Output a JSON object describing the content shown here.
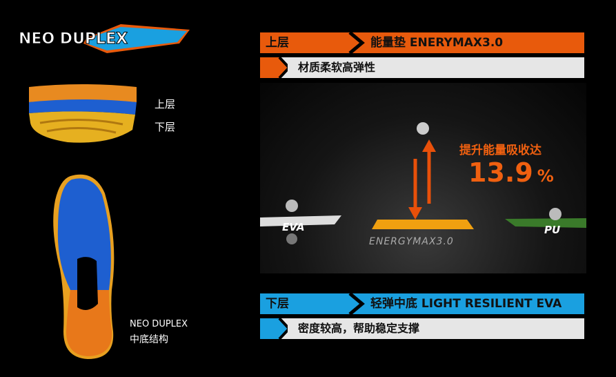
{
  "logo": {
    "text": "NEO DUPLEX"
  },
  "left": {
    "upper_label": "上层",
    "lower_label": "下层",
    "caption_line1": "NEO DUPLEX",
    "caption_line2": "中底结构"
  },
  "upper": {
    "tag": "上层",
    "title": "能量垫 ENERYMAX3.0",
    "subtitle": "材质柔软高弹性",
    "color": "#e85a0c"
  },
  "lower": {
    "tag": "下层",
    "title": "轻弹中底 LIGHT RESILIENT EVA",
    "subtitle": "密度较高，帮助稳定支撑",
    "color": "#1aa0e0"
  },
  "demo": {
    "headline": "提升能量吸收达",
    "value": "13.9",
    "unit": "%",
    "left_label": "EVA",
    "center_label": "ENERGYMAX3.0",
    "right_label": "PU"
  }
}
